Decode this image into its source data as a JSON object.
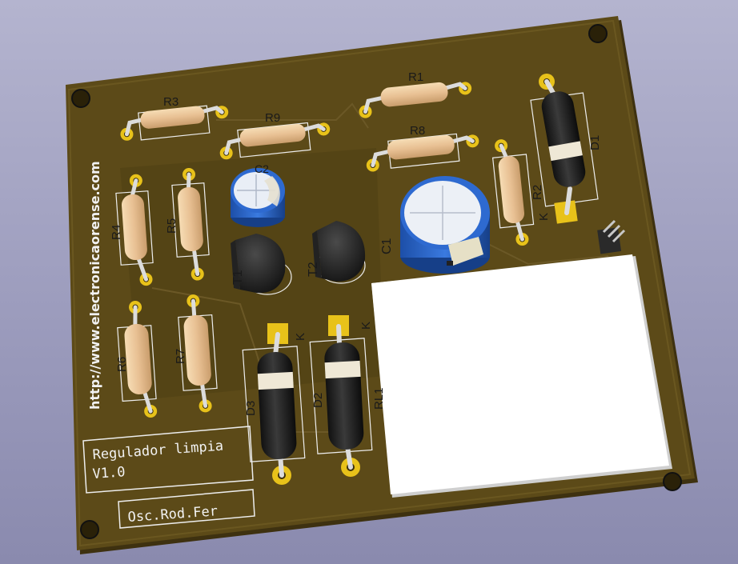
{
  "board": {
    "url_text": "http://www.electronicaorense.com",
    "title_line1": "Regulador limpia",
    "title_line2": "V1.0",
    "author": "Osc.Rod.Fer",
    "colors": {
      "background": "#a6a6c6",
      "pcb": "#5c4a18",
      "silkscreen": "#f2f2f2",
      "pad": "#e8c21a",
      "resistor_body": "#ecc89a",
      "diode_body": "#1c1c1c",
      "cap_sleeve": "#2e6ad0"
    }
  },
  "components": {
    "resistors": [
      {
        "ref": "R3"
      },
      {
        "ref": "R9"
      },
      {
        "ref": "R1"
      },
      {
        "ref": "R8"
      },
      {
        "ref": "R2"
      },
      {
        "ref": "R4"
      },
      {
        "ref": "R5"
      },
      {
        "ref": "R6"
      },
      {
        "ref": "R7"
      }
    ],
    "capacitors": [
      {
        "ref": "C1"
      },
      {
        "ref": "C2"
      }
    ],
    "transistors": [
      {
        "ref": "T1"
      },
      {
        "ref": "T2"
      }
    ],
    "diodes": [
      {
        "ref": "D1"
      },
      {
        "ref": "D2"
      },
      {
        "ref": "D3"
      }
    ],
    "relay": {
      "ref": "RL1"
    },
    "cathode_mark": "K"
  }
}
